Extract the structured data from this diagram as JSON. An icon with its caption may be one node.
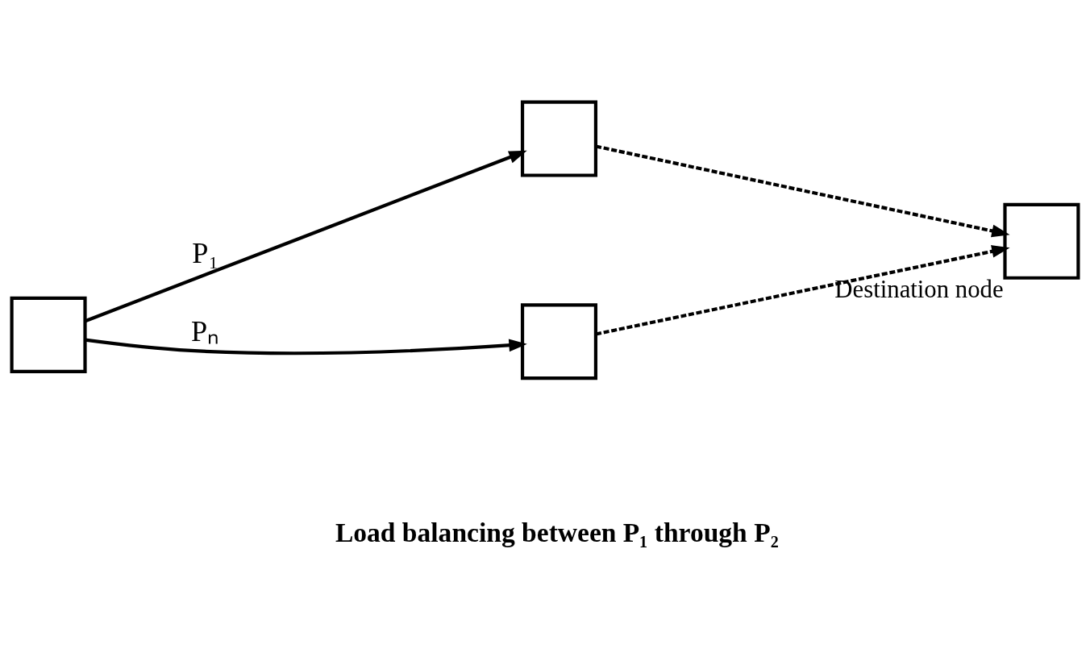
{
  "diagram": {
    "nodes": [
      {
        "text": [],
        "shape": "box"
      },
      {
        "text": [],
        "shape": "box"
      },
      {
        "text": [],
        "shape": "box"
      },
      {
        "text": [],
        "shape": "box",
        "beside": [
          "Destination node"
        ]
      }
    ],
    "edges": [
      {
        "from": 0,
        "to": 1,
        "arrow": "to",
        "label": "P₁"
      },
      {
        "from": 0,
        "to": 2,
        "arrow": "to",
        "label": "Pₙ"
      },
      {
        "from": 1,
        "to": 3,
        "arrow": "to",
        "style": "dashed"
      },
      {
        "from": 2,
        "to": 3,
        "arrow": "to",
        "style": "dashed"
      }
    ],
    "labels": [
      "Load balancing between P₁ through P₂"
    ]
  }
}
